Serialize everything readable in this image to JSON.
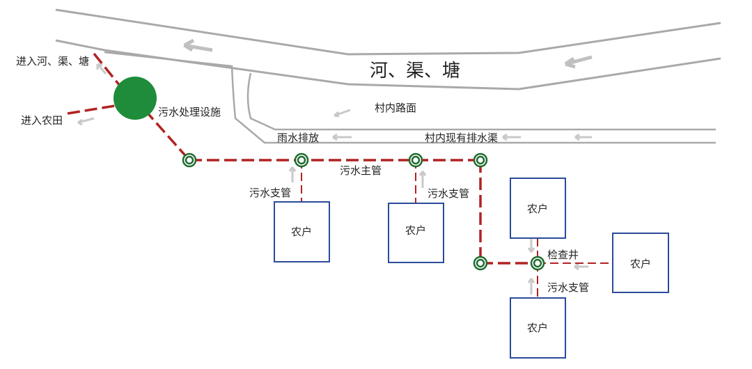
{
  "labels": {
    "river": "河、渠、塘",
    "into_river": "进入河、渠、塘",
    "into_farmland": "进入农田",
    "treatment_facility": "污水处理设施",
    "road_surface": "村内路面",
    "rain_drainage": "雨水排放",
    "existing_channel": "村内现有排水渠",
    "main_pipe": "污水主管",
    "branch_pipe_1": "污水支管",
    "branch_pipe_2": "污水支管",
    "branch_pipe_3": "污水支管",
    "inspection_well": "检查井"
  },
  "households": [
    {
      "label": "农户"
    },
    {
      "label": "农户"
    },
    {
      "label": "农户"
    },
    {
      "label": "农户"
    },
    {
      "label": "农户"
    }
  ],
  "colors": {
    "pipe": "#b22222",
    "facility": "#1e8c3a",
    "well_ring": "#1e6b2f",
    "house_border": "#2a4a9a",
    "road": "#a9a9a9",
    "arrow": "#c0c0c0"
  }
}
